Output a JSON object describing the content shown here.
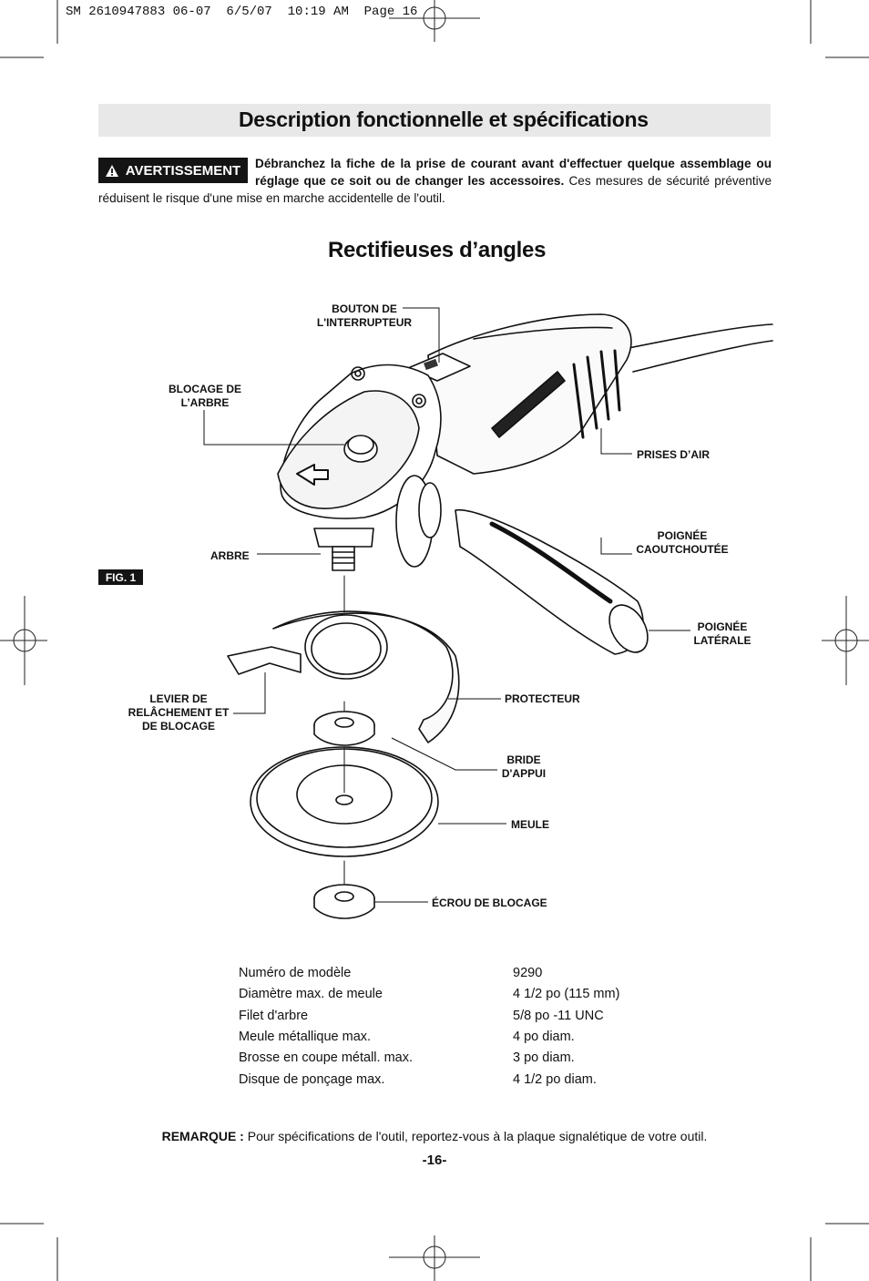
{
  "slug": "SM 2610947883 06-07  6/5/07  10:19 AM  Page 16",
  "title": "Description fonctionnelle et spécifications",
  "warning": {
    "badge": "AVERTISSEMENT",
    "bold_text": "Débranchez la fiche de la prise de courant avant d'effectuer quelque assemblage ou réglage que ce soit ou de changer les accessoires.",
    "text": " Ces mesures de sécurité préventive réduisent le risque d'une mise en marche accidentelle de l'outil."
  },
  "subtitle": "Rectifieuses d’angles",
  "figure": {
    "label": "FIG. 1",
    "callouts": {
      "bouton_1": "BOUTON DE",
      "bouton_2": "L'INTERRUPTEUR",
      "blocage_1": "BLOCAGE DE",
      "blocage_2": "L’ARBRE",
      "prises": "PRISES D’AIR",
      "caout_1": "POIGNÉE",
      "caout_2": "CAOUTCHOUTÉE",
      "arbre": "ARBRE",
      "laterale_1": "POIGNÉE",
      "laterale_2": "LATÉRALE",
      "levier_1": "LEVIER DE",
      "levier_2": "RELÂCHEMENT ET",
      "levier_3": "DE BLOCAGE",
      "protecteur": "PROTECTEUR",
      "bride_1": "BRIDE",
      "bride_2": "D'APPUI",
      "meule": "MEULE",
      "ecrou": "ÉCROU DE BLOCAGE"
    }
  },
  "specs": [
    {
      "label": "Numéro de modèle",
      "value": "9290"
    },
    {
      "label": "Diamètre max. de meule",
      "value": "4 1/2 po (115 mm)"
    },
    {
      "label": "Filet d'arbre",
      "value": "5/8 po -11 UNC"
    },
    {
      "label": "Meule métallique max.",
      "value": "4 po diam."
    },
    {
      "label": "Brosse en coupe métall. max.",
      "value": "3 po diam."
    },
    {
      "label": "Disque de ponçage max.",
      "value": "4 1/2 po diam."
    }
  ],
  "remark": {
    "label": "REMARQUE :",
    "text": " Pour spécifications de l'outil, reportez-vous à la plaque signalétique de votre outil."
  },
  "page_number": "-16-"
}
